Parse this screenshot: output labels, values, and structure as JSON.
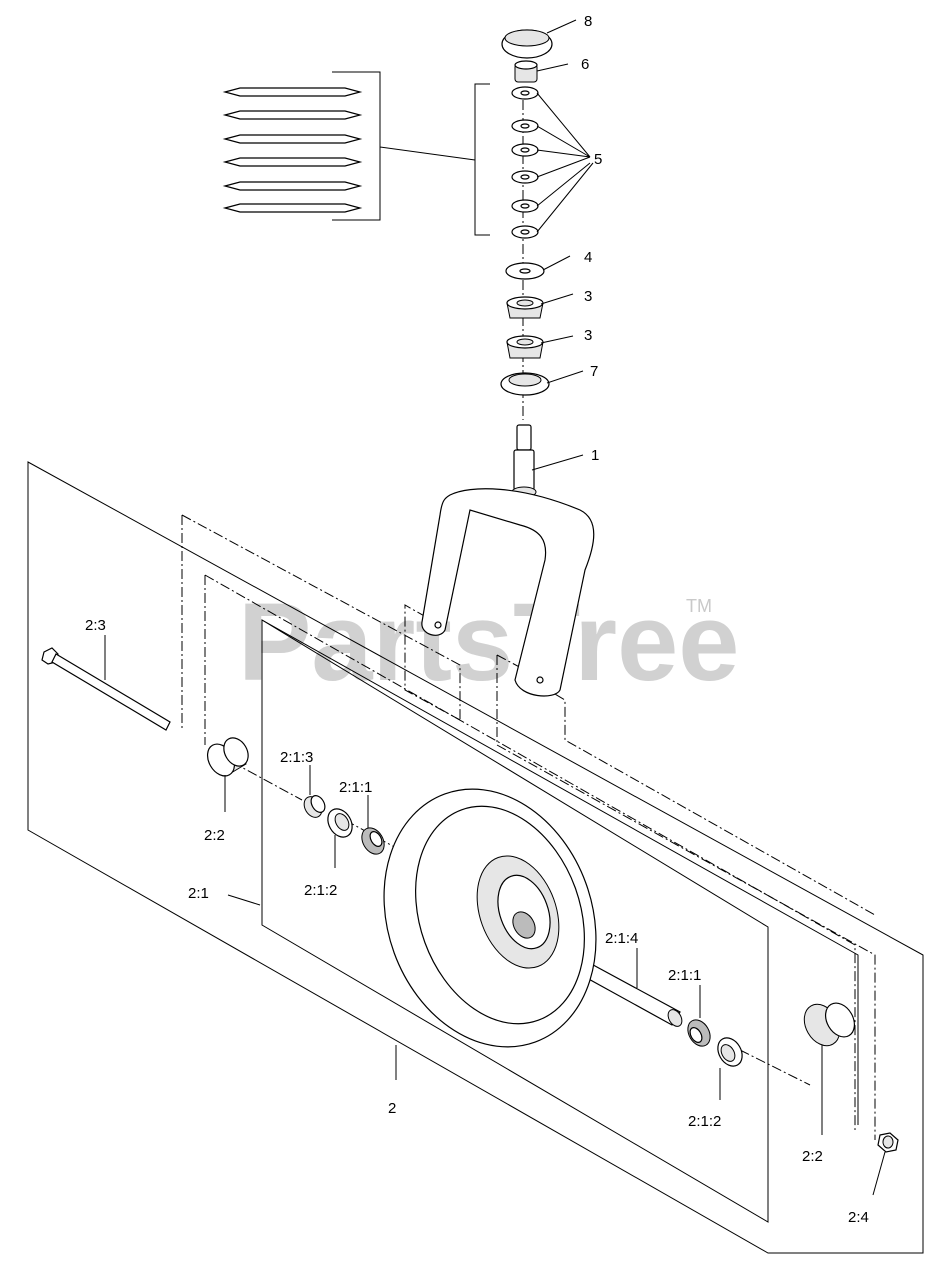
{
  "watermark": {
    "text": "PartsTree",
    "trademark": "TM"
  },
  "callouts": {
    "c8": "8",
    "c6": "6",
    "c5": "5",
    "c4": "4",
    "c3a": "3",
    "c3b": "3",
    "c7": "7",
    "c1": "1",
    "c2_3": "2:3",
    "c2_1_3": "2:1:3",
    "c2_1_1a": "2:1:1",
    "c2_2a": "2:2",
    "c2_1_2a": "2:1:2",
    "c2_1": "2:1",
    "c2_1_4": "2:1:4",
    "c2_1_1b": "2:1:1",
    "c2_1_2b": "2:1:2",
    "c2": "2",
    "c2_2b": "2:2",
    "c2_4": "2:4"
  }
}
